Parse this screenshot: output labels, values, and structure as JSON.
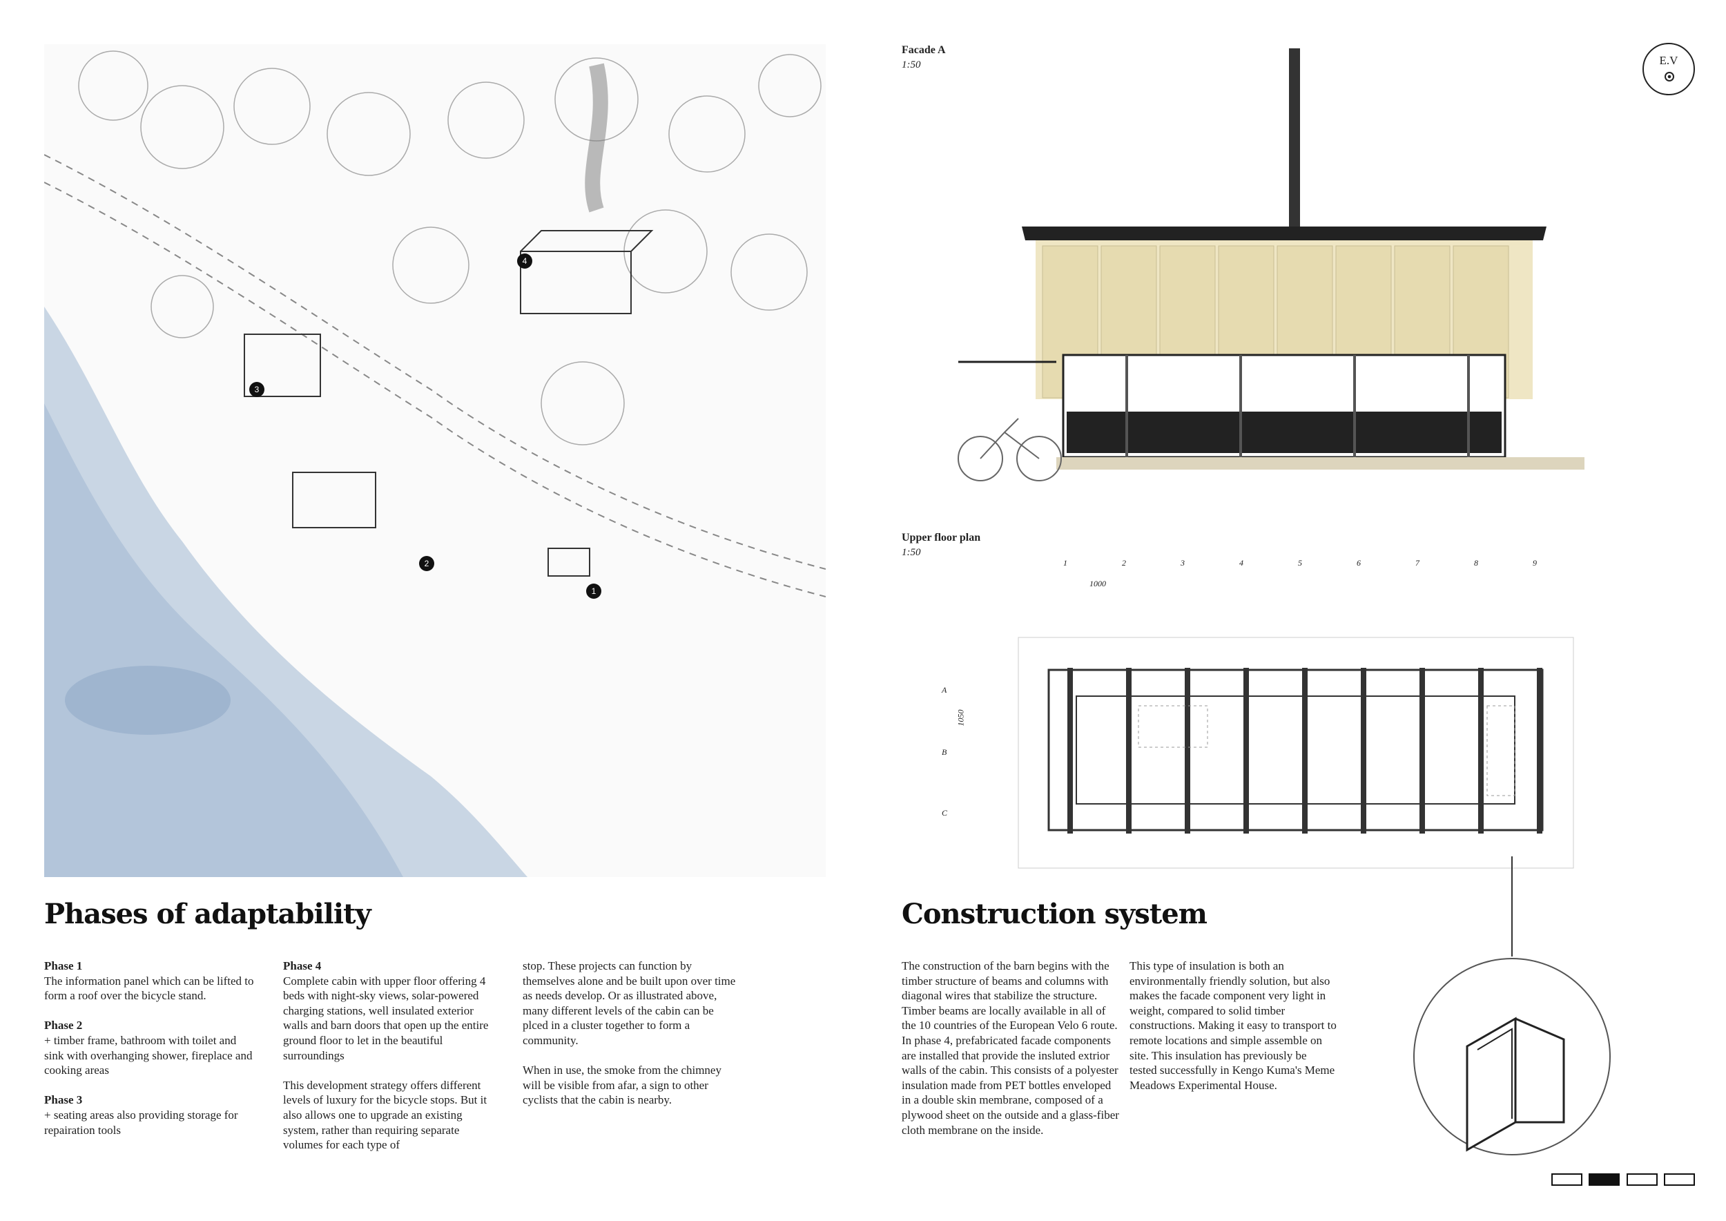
{
  "left": {
    "title": "Phases of adaptability",
    "site_markers": [
      "1",
      "2",
      "3",
      "4"
    ],
    "col1": [
      {
        "heading": "Phase 1",
        "text": "The information panel which can be lifted to form a roof over the bicycle stand."
      },
      {
        "heading": "Phase 2",
        "text": "+ timber frame, bathroom with toilet and sink with overhanging shower, fireplace and cooking areas"
      },
      {
        "heading": "Phase 3",
        "text": "+ seating areas also providing storage for repairation tools"
      }
    ],
    "col2": {
      "heading": "Phase 4",
      "p1": "Complete cabin with upper floor offering 4 beds with night-sky views, solar-powered charging stations, well insulated exterior walls and barn doors that open up the entire ground floor to let in the beautiful surroundings",
      "p2": "This development strategy offers different levels of luxury for the bicycle stops. But it also allows one to upgrade an existing system, rather than requiring separate volumes for each type of"
    },
    "col3": {
      "p1": "stop. These projects can function by themselves alone and be built upon over time as needs develop. Or as illustrated above, many different levels of the cabin can be plced in a cluster together to form a community.",
      "p2": "When in use, the smoke from the chimney will be visible from afar, a sign to other cyclists that the cabin is nearby."
    }
  },
  "right": {
    "facade_label": "Facade A",
    "facade_scale": "1:50",
    "plan_label": "Upper floor plan",
    "plan_scale": "1:50",
    "grid_numbers": [
      "1",
      "2",
      "3",
      "4",
      "5",
      "6",
      "7",
      "8",
      "9"
    ],
    "grid_letters": [
      "A",
      "B",
      "C"
    ],
    "dim_horizontal": "1000",
    "dim_vertical": "1050",
    "title": "Construction system",
    "col1": "The construction of the barn begins with the timber structure of beams and columns with diagonal wires that stabilize the structure. Timber beams are locally available in all of the 10 countries of the European Velo 6 route. In phase 4, prefabricated facade components are installed that provide the insluted extrior walls of the cabin. This consists of a polyester insulation made from PET bottles enveloped in a double skin membrane, composed of a plywood sheet on the outside and a glass-fiber cloth membrane on the inside.",
    "col2": "This type of insulation is both an environmentally friendly solution, but also makes the facade component very light in weight, compared to solid timber constructions. Making it easy to transport to remote locations and simple assemble on site. This insulation has previously be tested successfully in Kengo Kuma's Meme Meadows Experimental House."
  },
  "logo": {
    "text": "E.V"
  },
  "pagination": {
    "total": 4,
    "current": 2
  }
}
